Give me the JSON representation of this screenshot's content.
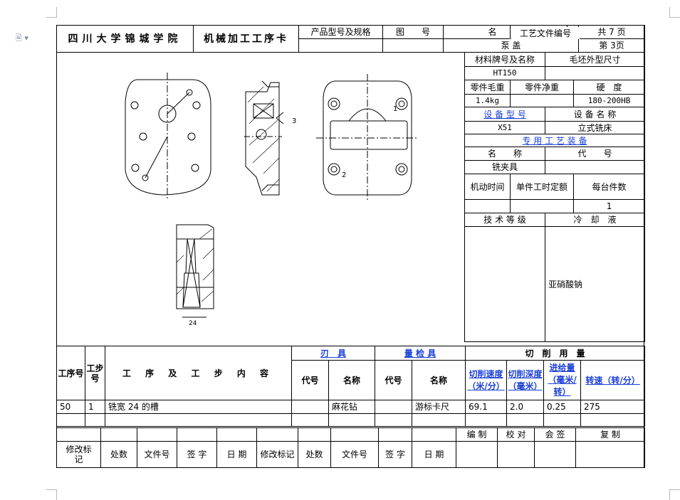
{
  "header": {
    "school": "四川大学锦城学院",
    "card_title": "机械加工工序卡",
    "product_model_label": "产品型号及规格",
    "drawing_no_label": "图　　号",
    "name_label": "名　　称",
    "process_doc_no_label": "工艺文件编号",
    "total_pages": "共 7 页",
    "part_name": "泵 盖",
    "page_no": "第 3页"
  },
  "side": {
    "material_label": "材料牌号及名称",
    "blank_size_label": "毛坯外型尺寸",
    "material_value": "HT150",
    "blank_weight_label": "零件毛重",
    "net_weight_label": "零件净重",
    "hardness_label": "硬　度",
    "blank_weight_value": "1.4kg",
    "hardness_value": "180-200HB",
    "equip_model_label": "设 备 型 号",
    "equip_name_label": "设 备 名 称",
    "equip_model_value": "X51",
    "equip_name_value": "立式铣床",
    "special_equip_label": "专 用 工 艺 装 备",
    "fixture_name_label": "名　　称",
    "fixture_code_label": "代　　号",
    "fixture_name_value": "铣夹具",
    "machine_time_label": "机动时间",
    "unit_time_label": "单件工时定额",
    "pieces_label": "每台件数",
    "pieces_value": "1",
    "skill_level_label": "技 术 等 级",
    "coolant_label": "冷　却　液",
    "coolant_value": "亚硝酸钠"
  },
  "drawing": {
    "dim_label": "24",
    "mark_3": "3",
    "mark_2": "2",
    "mark_1": "1"
  },
  "ops": {
    "seq_label": "工序号",
    "step_label": "工步号",
    "content_label": "工 序 及 工 步 内 容",
    "tool_label": "刃　具",
    "gauge_label": "量 检 具",
    "cutting_label": "切　削　用　量",
    "code_label": "代号",
    "name_label": "名称",
    "speed_label": "切削速度（米/分）",
    "depth_label": "切削深度（毫米）",
    "feed_label": "进给量（毫米/转）",
    "rpm_label": "转速（转/分）",
    "rows": [
      {
        "seq": "50",
        "step": "1",
        "content": "铣宽 24 的槽",
        "tool_code": "",
        "tool_name": "麻花钻",
        "gauge_code": "",
        "gauge_name": "游标卡尺",
        "speed": "69.1",
        "depth": "2.0",
        "feed": "0.25",
        "rpm": "275"
      }
    ]
  },
  "footer": {
    "compile": "编 制",
    "check": "校 对",
    "countersign": "会 签",
    "copy": "复 制",
    "mod_mark": "修改标记",
    "count": "处数",
    "doc_no": "文件号",
    "sign": "签 字",
    "date": "日 期"
  }
}
